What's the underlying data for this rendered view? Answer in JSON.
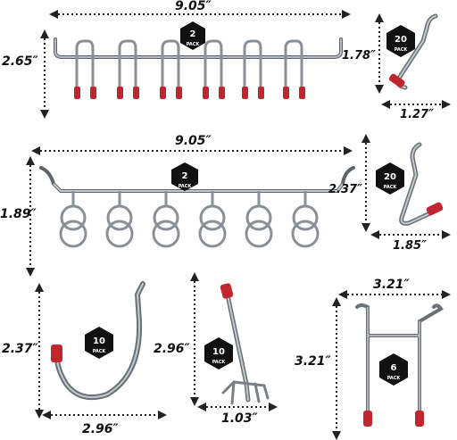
{
  "dimensions": {
    "d1_width": "9.05″",
    "d1_height": "2.65″",
    "d2_height": "1.78″",
    "d2_width": "1.27″",
    "d3_width": "9.05″",
    "d3_height": "1.89″",
    "d4_height": "2.37″",
    "d4_width": "1.85″",
    "d5_height": "2.37″",
    "d5_width": "2.96″",
    "d6_height": "2.96″",
    "d6_width": "1.03″",
    "d7_width": "3.21″",
    "d7_height": "3.21″"
  },
  "badges": {
    "b1_count": "2",
    "b2_count": "20",
    "b3_count": "2",
    "b4_count": "20",
    "b5_count": "10",
    "b6_count": "10",
    "b7_count": "6",
    "pack_label": "PACK"
  },
  "colors": {
    "metal": "#9aa0a6",
    "metal_dark": "#5e646a",
    "tip_red": "#c0262d",
    "badge": "#111111",
    "dim_line": "#222222"
  }
}
